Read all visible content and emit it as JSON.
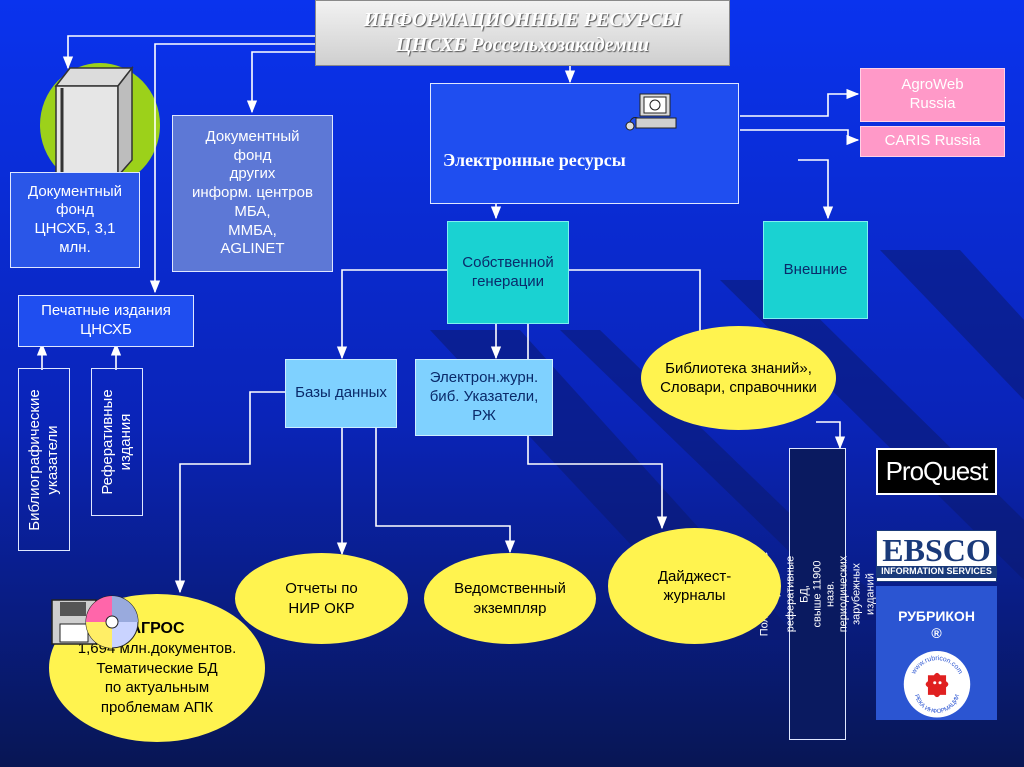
{
  "title": {
    "line1": "ИНФОРМАЦИОННЫЕ РЕСУРСЫ",
    "line2": "ЦНСХБ Россельхозакадемии"
  },
  "nodes": {
    "doc_fund": "Документный\nфонд\nЦНСХБ, 3,1\nмлн.",
    "other_fund": "Документный\nфонд\nдругих\nинформ. центров\nМБА,\nММБА,\nAGLINET",
    "electronic": "Электронные ресурсы",
    "agroweb": "AgroWeb\nRussia",
    "caris": "CARIS Russia",
    "own": "Собственной\nгенерации",
    "external": "Внешние",
    "print": "Печатные издания\nЦНСХБ",
    "biblio": "Библиографические\nуказатели",
    "abstract": "Реферативные\nиздания",
    "databases": "Базы данных",
    "ejournals": "Электрон.журн.\nбиб. Указатели,\nРЖ",
    "library": "Библиотека знаний»,\nСловари, справочники",
    "fulltext": "Полнотекстовые и реферативные БД,\nсвыше 11900 назв. периодических\nзарубежных изданий",
    "reports": "Отчеты по\nНИР ОКР",
    "departmental": "Ведомственный\nэкземпляр",
    "digest": "Дайджест-\nжурналы",
    "agros_title": "АГРОС",
    "agros_body": "1,694 млн.документов.\nТематические БД\nпо актуальным\nпроблемам АПК"
  },
  "logos": {
    "proquest": "ProQuest",
    "ebsco": "EBSCO",
    "ebsco_sub": "INFORMATION SERVICES",
    "rubricon": "РУБРИКОН",
    "rubricon_reg": "®",
    "rubricon_url": "www.rubricon.com",
    "rubricon_motto": "РЕКА ИНФОРМАЦИИ"
  },
  "colors": {
    "bg_top": "#0a2fe0",
    "bg_bottom": "#0a1a60",
    "cyan": "#1ad2d2",
    "light_blue": "#7fd1ff",
    "steel": "#5d78d6",
    "pink": "#ff99c8",
    "yellow": "#fff34f"
  }
}
